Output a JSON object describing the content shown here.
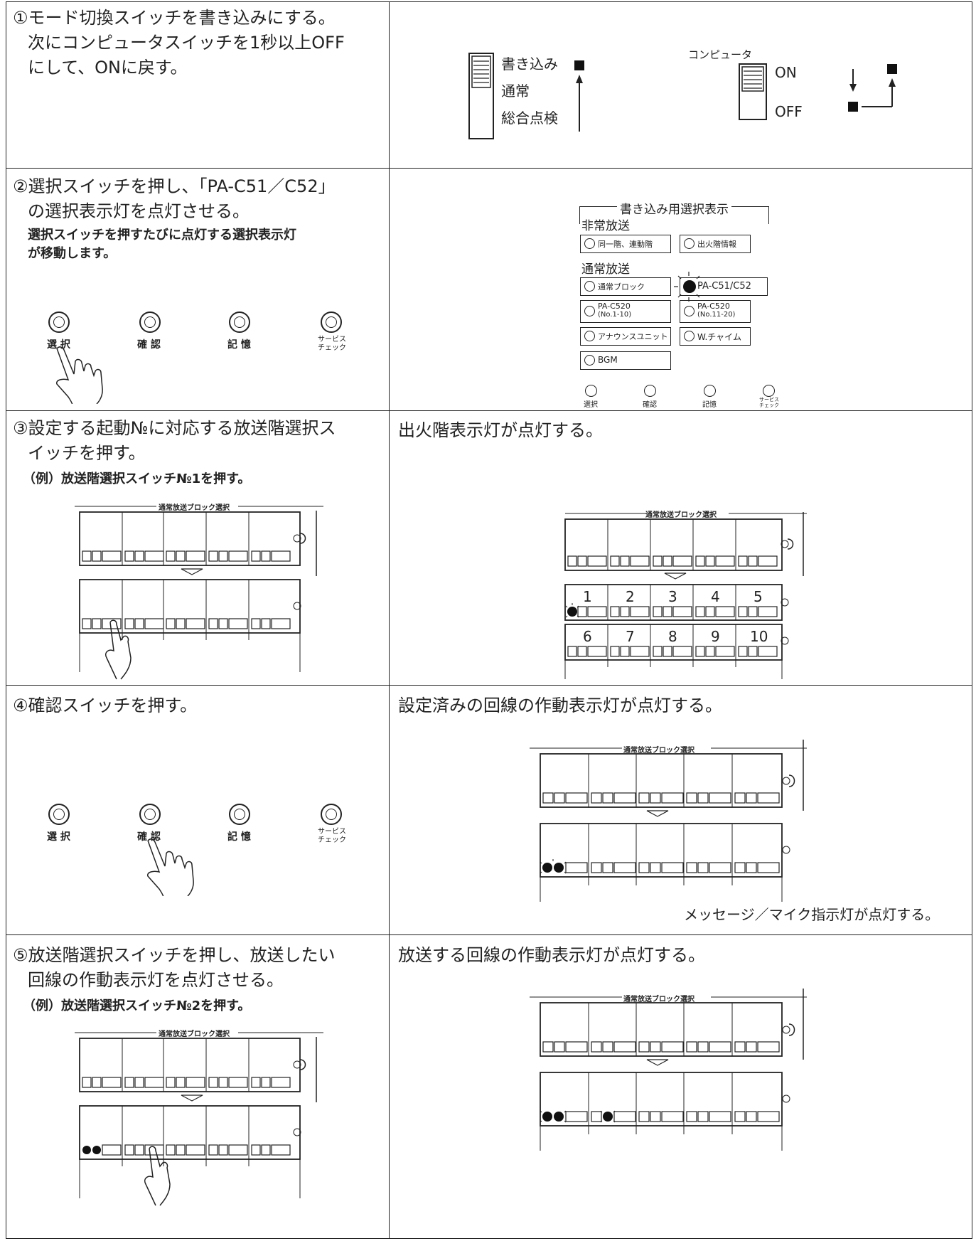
{
  "rows": [
    {
      "left": {
        "lines": [
          "①モード切換スイッチを書き込みにする。",
          "次にコンピュータスイッチを1秒以上OFF",
          "にして、ONに戻す。"
        ]
      },
      "right": {
        "mode_switch": [
          "書き込み",
          "通常",
          "総合点検"
        ],
        "computer_label": "コンピュータ",
        "on": "ON",
        "off": "OFF"
      }
    },
    {
      "left": {
        "lines": [
          "②選択スイッチを押し、「PA-C51／C52」",
          "の選択表示灯を点灯させる。"
        ],
        "note": [
          "選択スイッチを押すたびに点灯する選択表示灯",
          "が移動します。"
        ]
      },
      "right": {
        "panel_title": "書き込み用選択表示",
        "emergency": "非常放送",
        "normal": "通常放送",
        "options": {
          "same_floor": "同一階、連動階",
          "fire_floor_info": "出火階情報",
          "normal_block": "通常ブロック",
          "pa_c51": "PA-C51/C52",
          "pa_c520_a_1": "PA-C520",
          "pa_c520_a_2": "(No.1-10)",
          "pa_c520_b_1": "PA-C520",
          "pa_c520_b_2": "(No.11-20)",
          "announce": "アナウンスユニット",
          "wchime": "W.チャイム",
          "bgm": "BGM"
        }
      }
    },
    {
      "left": {
        "lines": [
          "③設定する起動№に対応する放送階選択ス",
          "イッチを押す。"
        ],
        "example": "（例）放送階選択スイッチ№1を押す。"
      },
      "right": {
        "caption": "出火階表示灯が点灯する。",
        "numbers_row1": [
          "1",
          "2",
          "3",
          "4",
          "5"
        ],
        "numbers_row2": [
          "6",
          "7",
          "8",
          "9",
          "10"
        ]
      }
    },
    {
      "left": {
        "lines": [
          "④確認スイッチを押す。"
        ]
      },
      "right": {
        "caption": "設定済みの回線の作動表示灯が点灯する。",
        "footer": "メッセージ／マイク指示灯が点灯する。"
      }
    },
    {
      "left": {
        "lines": [
          "⑤放送階選択スイッチを押し、放送したい",
          "回線の作動表示灯を点灯させる。"
        ],
        "example": "（例）放送階選択スイッチ№2を押す。"
      },
      "right": {
        "caption": "放送する回線の作動表示灯が点灯する。"
      }
    }
  ],
  "buttons": {
    "select": "選 択",
    "confirm": "確 認",
    "memory": "記 憶",
    "service_1": "サービス",
    "service_2": "チェック"
  },
  "buttons_small": {
    "select": "選択",
    "confirm": "確認",
    "memory": "記憶",
    "service_1": "サービス",
    "service_2": "チェック"
  },
  "block_panel_title": "通常放送ブロック選択"
}
